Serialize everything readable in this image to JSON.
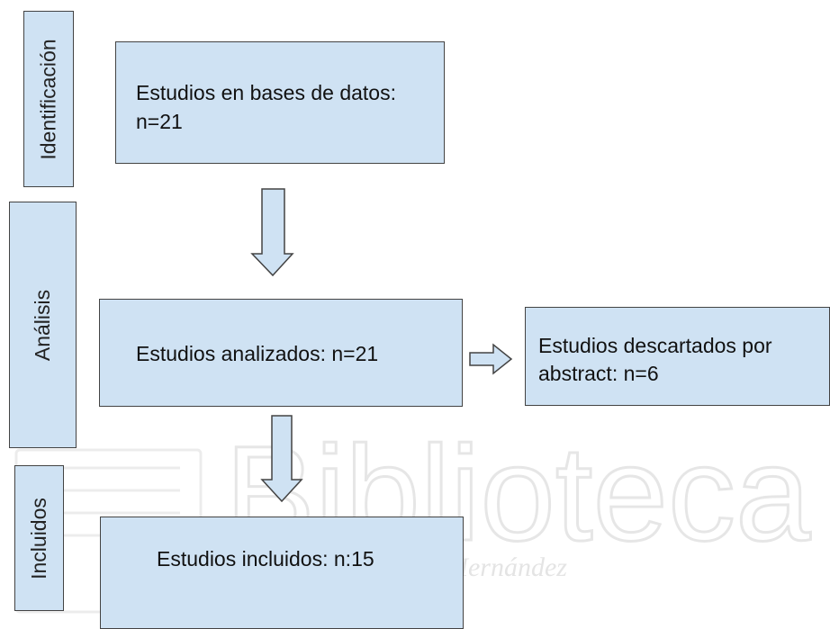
{
  "side_labels": {
    "identificacion": "Identificación",
    "analisis": "Análisis",
    "incluidos": "Incluidos"
  },
  "boxes": {
    "bases_line1": "Estudios  en bases de datos:",
    "bases_line2": "n=21",
    "analizados": "Estudios analizados: n=21",
    "descartados_line1": "Estudios descartados por",
    "descartados_line2": "abstract: n=6",
    "incluidos": "Estudios incluidos: n:15"
  },
  "watermark": {
    "word": "Biblioteca",
    "subtitle": "Universidad Miguel Hernández"
  },
  "colors": {
    "box_fill": "#cfe2f3",
    "box_border": "#434343",
    "arrow_fill": "#cfe2f3",
    "watermark": "#e8e8e8"
  }
}
